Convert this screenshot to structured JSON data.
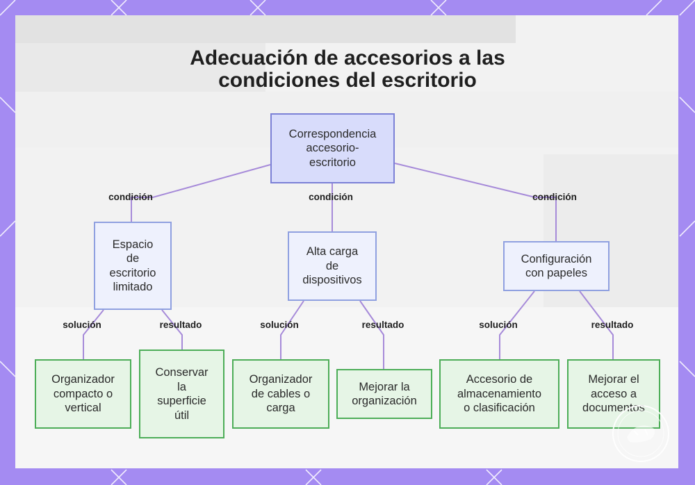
{
  "title_lines": [
    "Adecuación de accesorios a las",
    "condiciones del escritorio"
  ],
  "root": {
    "lines": [
      "Correspondencia",
      "accesorio-",
      "escritorio"
    ]
  },
  "conditions": [
    {
      "edge_label": "condición",
      "lines": [
        "Espacio",
        "de",
        "escritorio",
        "limitado"
      ]
    },
    {
      "edge_label": "condición",
      "lines": [
        "Alta carga",
        "de",
        "dispositivos"
      ]
    },
    {
      "edge_label": "condición",
      "lines": [
        "Configuración",
        "con papeles"
      ]
    }
  ],
  "outcomes": [
    {
      "edge_label": "solución",
      "lines": [
        "Organizador",
        "compacto o",
        "vertical"
      ]
    },
    {
      "edge_label": "resultado",
      "lines": [
        "Conservar",
        "la",
        "superficie",
        "útil"
      ]
    },
    {
      "edge_label": "solución",
      "lines": [
        "Organizador",
        "de cables o",
        "carga"
      ]
    },
    {
      "edge_label": "resultado",
      "lines": [
        "Mejorar la",
        "organización"
      ]
    },
    {
      "edge_label": "solución",
      "lines": [
        "Accesorio de",
        "almacenamiento",
        "o clasificación"
      ]
    },
    {
      "edge_label": "resultado",
      "lines": [
        "Mejorar el",
        "acceso a",
        "documentos"
      ]
    }
  ],
  "colors": {
    "frame": "#a48bf2",
    "connector": "#a68ad9",
    "root_fill": "#d8dcfb",
    "condition_fill": "#eef1fd",
    "outcome_fill": "#e6f5e6",
    "outcome_border": "#4cad57"
  },
  "icons": {
    "watermark": "seal-watermark-icon"
  }
}
